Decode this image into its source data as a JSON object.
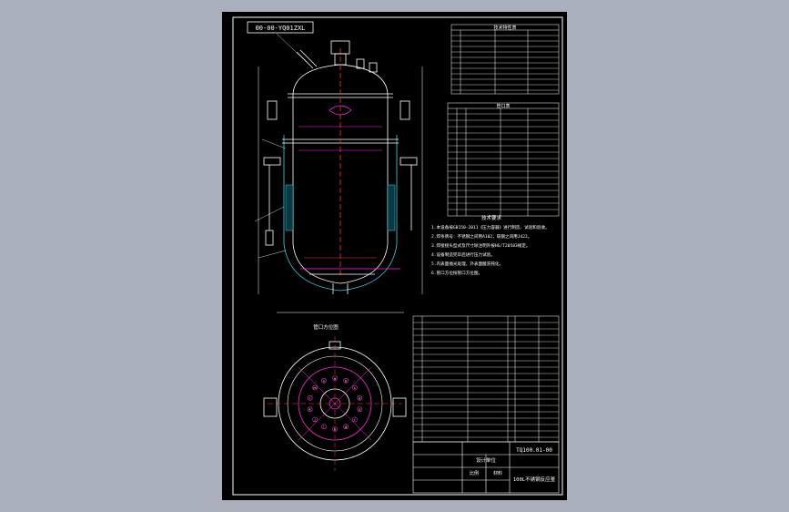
{
  "viewer": {
    "background": "#a9afbb"
  },
  "drawing": {
    "title_block": {
      "drawing_number": "TQ100.01-00",
      "drawing_title": "100L不锈钢反应釜",
      "scale_label": "比例",
      "material_label": "材料",
      "unit_label": "设计单位"
    },
    "top_code_box": "00-00-YQ01ZXL",
    "section_titles": {
      "tech_params": "技术特性表",
      "nozzle_table": "管口表",
      "tech_requirements": "技术要求",
      "nozzle_orientation": "管口方位图"
    },
    "nozzle_marks": [
      "a",
      "b",
      "c",
      "d",
      "e",
      "f",
      "g",
      "h",
      "i",
      "j",
      "k",
      "l",
      "m",
      "n"
    ],
    "req_lines": [
      "1.本设备按GB150-2011《压力容器》进行制造、试验和验收。",
      "2.焊条牌号：不锈钢之间用A102，碳钢之间用J422。",
      "3.焊接接头型式及尺寸除注明外按HG/T20583规定。",
      "4.设备制造完毕后进行压力试验。",
      "5.内表面抛光处理，外表面酸洗钝化。",
      "6.管口方位按管口方位图。"
    ],
    "colors": {
      "line": "#ffffff",
      "frame": "#ffffff",
      "magenta": "#ff2bd6",
      "red": "#ff3030",
      "cyan": "#35d6e8",
      "yellow": "#ffff40",
      "green": "#30d030"
    }
  }
}
